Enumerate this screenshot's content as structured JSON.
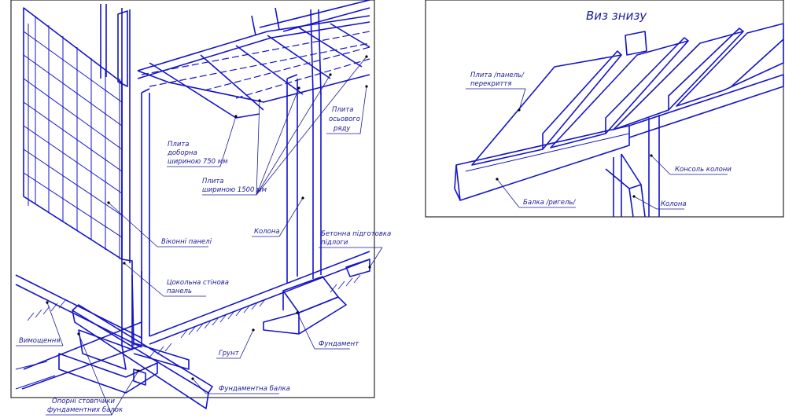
{
  "view_title": "Виз знизу",
  "labels": {
    "plate_extra": [
      "Плита",
      "доборна",
      "шириною 750 мм"
    ],
    "plate_main": [
      "Плита",
      "шириною 1500 мм"
    ],
    "plate_axial": [
      "Плита",
      "осьового",
      "ряду"
    ],
    "window_panels": "Віконні панелі",
    "column": "Колона",
    "concrete_prep": [
      "Бетонна підготовка",
      "підлоги"
    ],
    "plinth_panel": [
      "Цокольна стінова",
      "панель"
    ],
    "paving": "Вимощення",
    "ground": "Грунт",
    "foundation": "Фундамент",
    "foundation_beam": "Фундаментна балка",
    "support_posts": [
      "Опорні стовпчики",
      "фундаментних балок"
    ],
    "inset_plate": [
      "Плита /панель/",
      "перекриття"
    ],
    "inset_beam": "Балка /ригель/",
    "inset_console": "Консоль колони",
    "inset_column": "Колона"
  }
}
